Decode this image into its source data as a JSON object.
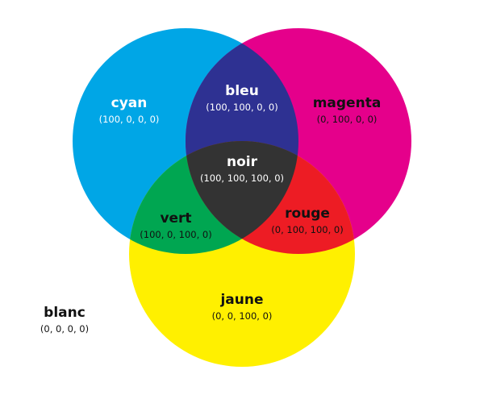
{
  "regions": {
    "cyan": {
      "label": "cyan",
      "value": "(100, 0, 0, 0)",
      "color": "#00A6E6",
      "text_color": "#ffffff"
    },
    "magenta": {
      "label": "magenta",
      "value": "(0, 100, 0, 0)",
      "color": "#E5008B",
      "text_color": "#111111"
    },
    "jaune": {
      "label": "jaune",
      "value": "(0, 0, 100, 0)",
      "color": "#FFF000",
      "text_color": "#111111"
    },
    "bleu": {
      "label": "bleu",
      "value": "(100, 100, 0, 0)",
      "color": "#2E3192",
      "text_color": "#ffffff"
    },
    "vert": {
      "label": "vert",
      "value": "(100, 0, 100, 0)",
      "color": "#00A651",
      "text_color": "#111111"
    },
    "rouge": {
      "label": "rouge",
      "value": "(0, 100, 100, 0)",
      "color": "#ED1C24",
      "text_color": "#111111"
    },
    "noir": {
      "label": "noir",
      "value": "(100, 100, 100, 0)",
      "color": "#333333",
      "text_color": "#ffffff"
    },
    "blanc": {
      "label": "blanc",
      "value": "(0, 0, 0, 0)",
      "color": "#FFFFFF",
      "text_color": "#111111"
    }
  }
}
